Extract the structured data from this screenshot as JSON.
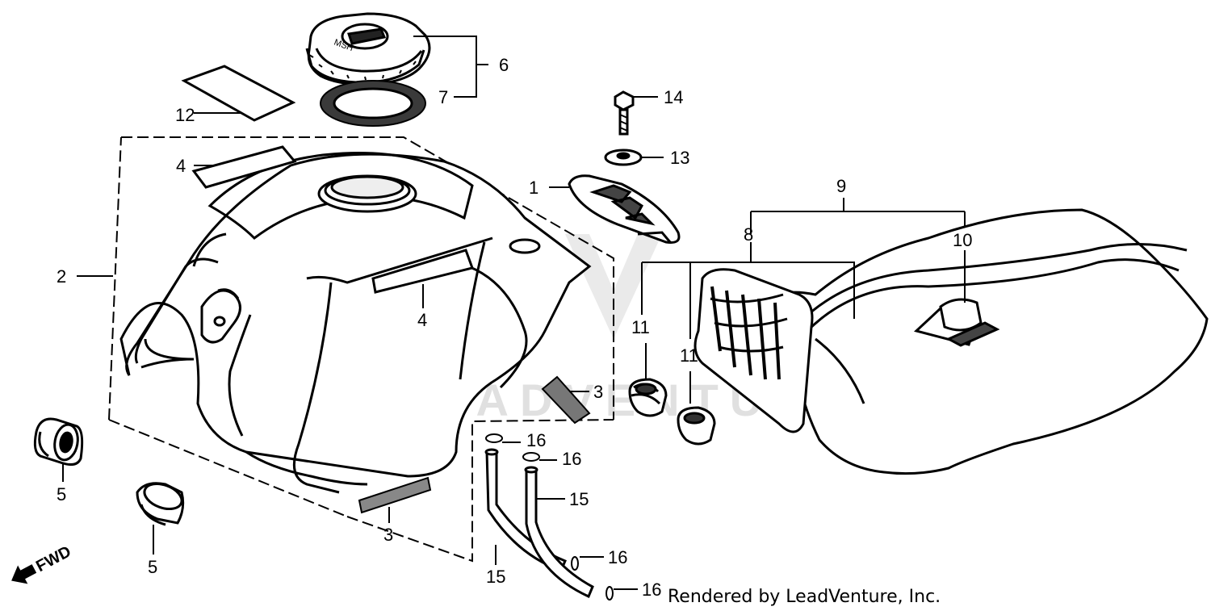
{
  "callouts": {
    "c1": "1",
    "c2": "2",
    "c3a": "3",
    "c3b": "3",
    "c4a": "4",
    "c4b": "4",
    "c5a": "5",
    "c5b": "5",
    "c6": "6",
    "c7": "7",
    "c8": "8",
    "c9": "9",
    "c10": "10",
    "c11a": "11",
    "c11b": "11",
    "c12": "12",
    "c13": "13",
    "c14": "14",
    "c15a": "15",
    "c15b": "15",
    "c16a": "16",
    "c16b": "16",
    "c16c": "16",
    "c16d": "16"
  },
  "fwd_label": "FWD",
  "watermark": "LEADVENTURE",
  "credit": "Rendered by LeadVenture, Inc."
}
